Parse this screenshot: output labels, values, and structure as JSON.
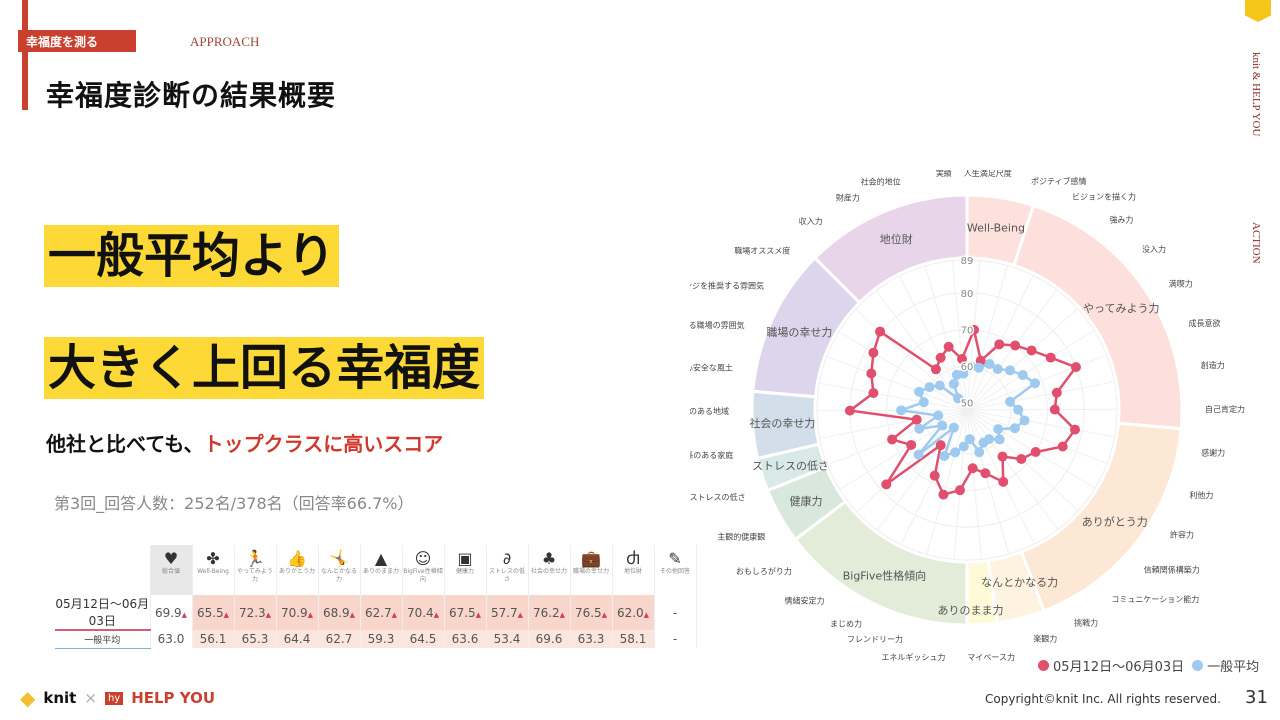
{
  "header": {
    "section_tag": "幸福度を測る",
    "section_en": "APPROACH",
    "title": "幸福度診断の結果概要"
  },
  "side": {
    "brand": "knit & HELP YOU",
    "action": "ACTION"
  },
  "main": {
    "headline1": "一般平均より",
    "headline2": "大きく上回る幸福度",
    "sub_prefix": "他社と比べても、",
    "sub_highlight": "トップクラスに高いスコア",
    "respondents": "第3回_回答人数：252名/378名（回答率66.7%）"
  },
  "table": {
    "columns": [
      {
        "icon": "heart-icon",
        "glyph": "♥",
        "label": "総合値"
      },
      {
        "icon": "clover-icon",
        "glyph": "✤",
        "label": "Well-Being"
      },
      {
        "icon": "runner-icon",
        "glyph": "🏃",
        "label": "やってみよう力"
      },
      {
        "icon": "thumbs-up-icon",
        "glyph": "👍",
        "label": "ありがとう力"
      },
      {
        "icon": "figure-icon",
        "glyph": "🤸",
        "label": "なんとかなる力"
      },
      {
        "icon": "meditation-icon",
        "glyph": "▲",
        "label": "ありのまま力"
      },
      {
        "icon": "face-icon",
        "glyph": "☺",
        "label": "BigFive性格傾向"
      },
      {
        "icon": "bottle-icon",
        "glyph": "▣",
        "label": "健康力"
      },
      {
        "icon": "stomach-icon",
        "glyph": "∂",
        "label": "ストレスの低さ"
      },
      {
        "icon": "tree-icon",
        "glyph": "♣",
        "label": "社会の幸せ力"
      },
      {
        "icon": "briefcase-icon",
        "glyph": "💼",
        "label": "職場の幸せ力"
      },
      {
        "icon": "money-bag-icon",
        "glyph": "Ⴛ",
        "label": "地位財"
      },
      {
        "icon": "clipboard-icon",
        "glyph": "✎",
        "label": "その他回答"
      }
    ],
    "rows": [
      {
        "label": "05月12日〜06月03日",
        "values": [
          "69.9",
          "65.5",
          "72.3",
          "70.9",
          "68.9",
          "62.7",
          "70.4",
          "67.5",
          "57.7",
          "76.2",
          "76.5",
          "62.0",
          "-"
        ],
        "marker": "▲"
      },
      {
        "label": "一般平均",
        "values": [
          "63.0",
          "56.1",
          "65.3",
          "64.4",
          "62.7",
          "59.3",
          "64.5",
          "63.6",
          "53.4",
          "69.6",
          "63.3",
          "58.1",
          "-"
        ]
      }
    ]
  },
  "chart_data": {
    "type": "radar",
    "radial_ticks": [
      50,
      60,
      70,
      80,
      89
    ],
    "rlim": [
      48,
      89
    ],
    "categories": [
      {
        "name": "Well-Being",
        "start": 0,
        "end": 18,
        "color": "#fde1dd"
      },
      {
        "name": "やってみよう力",
        "start": 18,
        "end": 95,
        "color": "#fde0dc"
      },
      {
        "name": "ありがとう力",
        "start": 95,
        "end": 159,
        "color": "#fde7d5"
      },
      {
        "name": "なんとかなる力",
        "start": 159,
        "end": 172,
        "color": "#fef3e1"
      },
      {
        "name": "ありのまま力",
        "start": 172,
        "end": 180,
        "color": "#fefad8"
      },
      {
        "name": "BigFive性格傾向",
        "start": 180,
        "end": 233,
        "color": "#e3ebd9"
      },
      {
        "name": "健康力",
        "start": 233,
        "end": 248,
        "color": "#d8e8dd"
      },
      {
        "name": "ストレスの低さ",
        "start": 248,
        "end": 257,
        "color": "#d9e9e8"
      },
      {
        "name": "社会の幸せ力",
        "start": 257,
        "end": 275,
        "color": "#d2dee9"
      },
      {
        "name": "職場の幸せ力",
        "start": 275,
        "end": 315,
        "color": "#ddd5ec"
      },
      {
        "name": "地位財",
        "start": 315,
        "end": 360,
        "color": "#e8d5ea"
      }
    ],
    "axes": [
      "人生満足尺度",
      "ポジティブ感情",
      "ビジョンを描く力",
      "強み力",
      "没入力",
      "満喫力",
      "成長意欲",
      "創造力",
      "自己肯定力",
      "感謝力",
      "利他力",
      "許容力",
      "信頼関係構築力",
      "コミュニケーション能力",
      "挑戦力",
      "楽観力",
      "マイペース力",
      "エネルギッシュ力",
      "フレンドリー力",
      "まじめ力",
      "情緒安定力",
      "おもしろがり力",
      "主観的健康観",
      "ストレスの低さ",
      "信頼関係のある家庭",
      "信頼関係のある地域",
      "安心安全な風土",
      "信頼関係のある職場の雰囲気",
      "チャレンジを推奨する雰囲気",
      "職場オススメ度",
      "収入力",
      "財産力",
      "社会的地位",
      "実績"
    ],
    "series": [
      {
        "name": "05月12日〜06月03日",
        "color": "#e0506e",
        "values": [
          70,
          62,
          68,
          70,
          72,
          75,
          80,
          73,
          72,
          78,
          76,
          70,
          68,
          64,
          70,
          66,
          64,
          70,
          72,
          68,
          60,
          78,
          66,
          70,
          62,
          80,
          74,
          76,
          78,
          80,
          62,
          64,
          66,
          62
        ]
      },
      {
        "name": "一般平均",
        "color": "#9fcaf0",
        "values": [
          60,
          60,
          62,
          62,
          64,
          66,
          68,
          60,
          62,
          64,
          62,
          58,
          60,
          58,
          58,
          60,
          56,
          58,
          60,
          62,
          54,
          66,
          56,
          62,
          56,
          66,
          60,
          62,
          60,
          58,
          52,
          56,
          58,
          58
        ]
      }
    ],
    "legend": "bottom-right"
  },
  "footer": {
    "logo1": "knit",
    "times": "×",
    "logo2": "HELP YOU",
    "copyright": "Copyright©knit Inc. All rights reserved.",
    "page": "31"
  }
}
